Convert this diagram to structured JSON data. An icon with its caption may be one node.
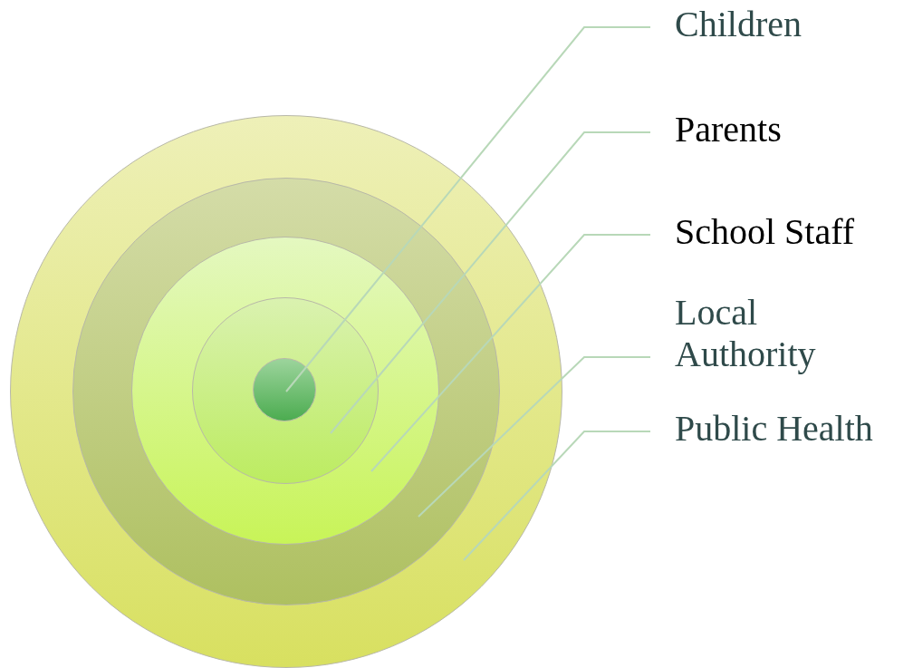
{
  "diagram": {
    "nodes": [
      {
        "text": [],
        "shape": "circle"
      },
      {
        "text": [],
        "shape": "circle",
        "in": 0
      },
      {
        "text": [],
        "shape": "circle",
        "in": 1
      },
      {
        "text": [],
        "shape": "circle",
        "in": 2
      },
      {
        "text": [],
        "shape": "circle",
        "in": 3
      },
      {
        "text": [
          "Children"
        ]
      },
      {
        "text": [
          "Parents"
        ]
      },
      {
        "text": [
          "School Staff"
        ]
      },
      {
        "text": [
          "Local Authority"
        ]
      },
      {
        "text": [
          "Public Health"
        ]
      }
    ],
    "edges": [
      {
        "from": 5,
        "to": 4,
        "arrow": "none"
      },
      {
        "from": 6,
        "to": 3,
        "arrow": "none"
      },
      {
        "from": 7,
        "to": 2,
        "arrow": "none"
      },
      {
        "from": 8,
        "to": 1,
        "arrow": "none"
      },
      {
        "from": 9,
        "to": 0,
        "arrow": "none"
      }
    ]
  }
}
